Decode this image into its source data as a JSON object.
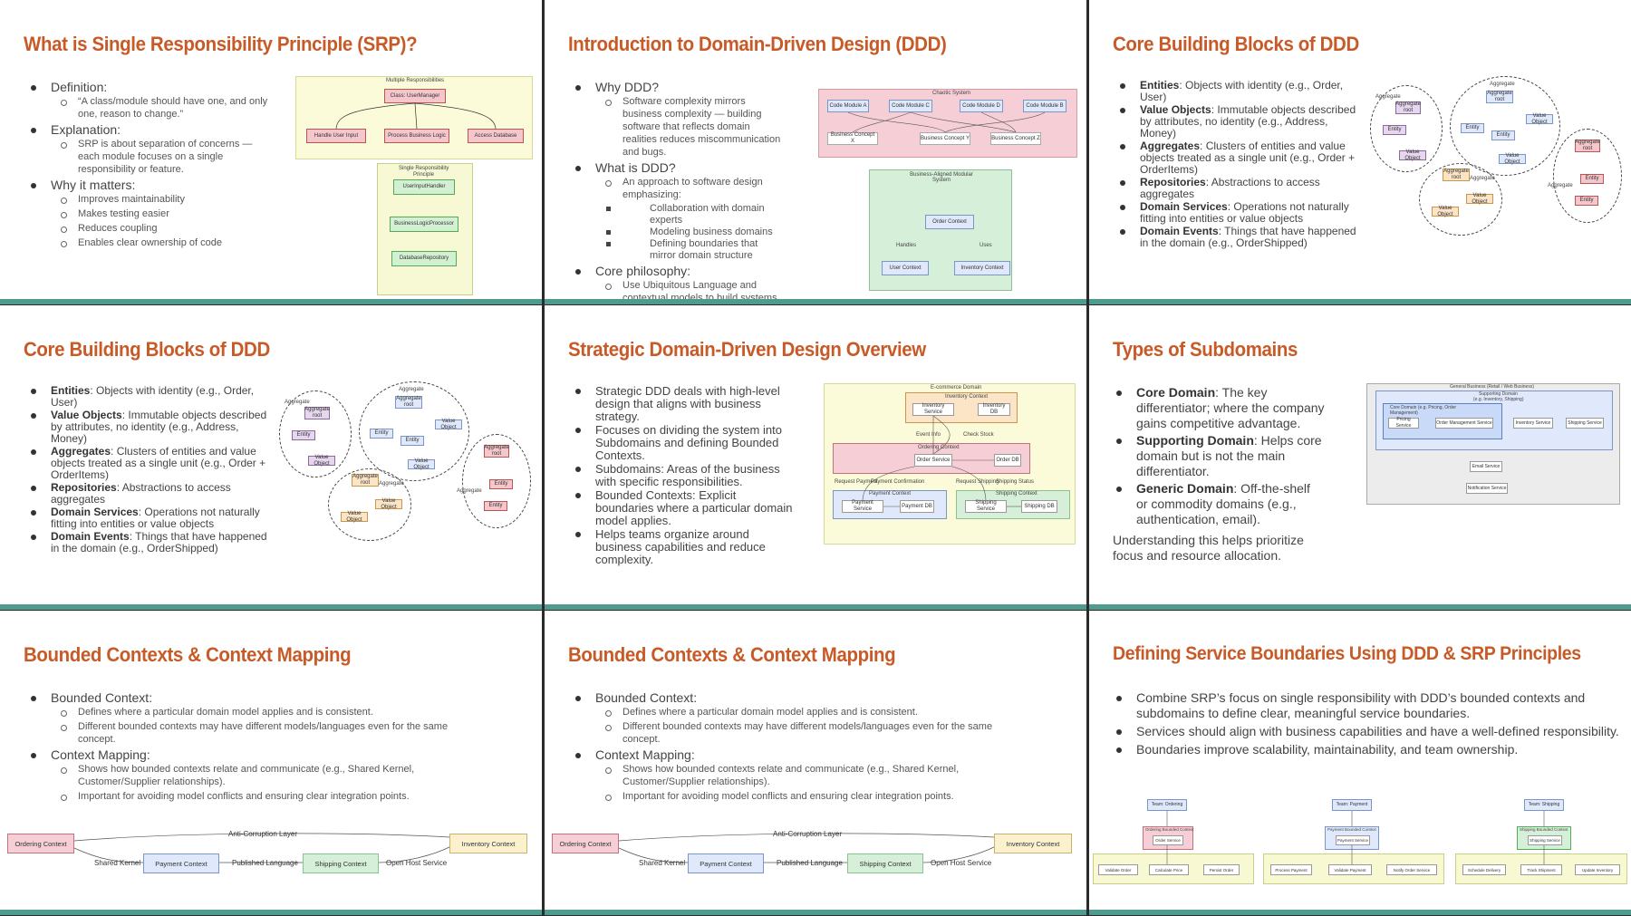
{
  "slides": [
    {
      "title": "What is Single Responsibility Principle (SRP)?",
      "bullets": [
        {
          "label": "Definition:",
          "sub": [
            "“A class/module should have one, and only one, reason to change.”"
          ]
        },
        {
          "label": "Explanation:",
          "sub": [
            "SRP is about separation of concerns — each module focuses on a single responsibility or feature."
          ]
        },
        {
          "label": "Why it matters:",
          "sub": [
            "Improves maintainability",
            "Makes testing easier",
            "Reduces coupling",
            "Enables clear ownership of code"
          ]
        }
      ],
      "diagram": {
        "top_title": "Multiple Responsibilities",
        "top_class": "Class: UserManager",
        "top_children": [
          "Handle User Input",
          "Process Business Logic",
          "Access Database"
        ],
        "bottom_title": "Single Responsibility",
        "bottom_subtitle": "Principle",
        "bottom_items": [
          "UserInputHandler",
          "BusinessLogicProcessor",
          "DatabaseRepository"
        ]
      }
    },
    {
      "title": "Introduction to Domain-Driven Design (DDD)",
      "bullets": [
        {
          "label": "Why DDD?",
          "sub": [
            "Software complexity mirrors business complexity — building software that reflects domain realities reduces miscommunication and bugs."
          ]
        },
        {
          "label": "What is DDD?",
          "sub": [
            "An approach to software design emphasizing:"
          ],
          "sub3": [
            "Collaboration with domain experts",
            "Modeling business domains",
            "Defining boundaries that mirror domain structure"
          ]
        },
        {
          "label": "Core philosophy:",
          "sub": [
            "Use Ubiquitous Language and contextual models to build systems that reflect real-world business domains."
          ]
        }
      ],
      "diagram": {
        "chaotic_title": "Chaotic System",
        "code_modules": [
          "Code Module A",
          "Code Module C",
          "Code Module D",
          "Code Module B"
        ],
        "concepts": [
          "Business Concept X",
          "Business Concept Y",
          "Business Concept Z"
        ],
        "aligned_title": "Business-Aligned Modular System",
        "order_context": "Order Context",
        "handles": "Handles",
        "uses": "Uses",
        "user_context": "User Context",
        "inventory_context": "Inventory Context"
      }
    },
    {
      "title": "Core Building Blocks of DDD",
      "bullets": [
        {
          "term": "Entities",
          "text": ": Objects with identity (e.g., Order, User)"
        },
        {
          "term": "Value Objects",
          "text": ": Immutable objects described by attributes, no identity (e.g., Address, Money)"
        },
        {
          "term": "Aggregates",
          "text": ": Clusters of entities and value objects treated as a single unit (e.g., Order + OrderItems)"
        },
        {
          "term": "Repositories",
          "text": ": Abstractions to access aggregates"
        },
        {
          "term": "Domain Services",
          "text": ": Operations not naturally fitting into entities or value objects"
        },
        {
          "term": "Domain Events",
          "text": ": Things that have happened in the domain (e.g., OrderShipped)"
        }
      ]
    },
    {
      "title": "Core Building Blocks of DDD"
    },
    {
      "title": "Strategic Domain-Driven Design Overview",
      "bullets": [
        "Strategic DDD deals with high-level design that aligns with business strategy.",
        "Focuses on dividing the system into Subdomains and defining Bounded Contexts.",
        "Subdomains: Areas of the business with specific responsibilities.",
        "Bounded Contexts: Explicit boundaries where a particular domain model applies.",
        "Helps teams organize around business capabilities and reduce complexity."
      ],
      "diagram": {
        "domain": "E-commerce Domain",
        "inventory_ctx": "Inventory Context",
        "inventory_service": "Inventory Service",
        "inventory_db": "Inventory DB",
        "event_info": "Event Info",
        "check_stock": "Check Stock",
        "ordering_ctx": "Ordering Context",
        "order_service": "Order Service",
        "order_db": "Order DB",
        "request_payment": "Request Payment",
        "payment_confirmation": "Payment Confirmation",
        "request_shipping": "Request Shipping",
        "shipping_status": "Shipping Status",
        "payment_ctx": "Payment Context",
        "payment_service": "Payment Service",
        "payment_db": "Payment DB",
        "shipping_ctx": "Shipping Context",
        "shipping_service": "Shipping Service",
        "shipping_db": "Shipping DB"
      }
    },
    {
      "title": "Types of Subdomains",
      "bullets": [
        {
          "term": "Core Domain",
          "text": ": The key differentiator; where the company gains competitive advantage."
        },
        {
          "term": "Supporting Domain",
          "text": ": Helps core domain but is not the main differentiator."
        },
        {
          "term": "Generic Domain",
          "text": ": Off-the-shelf or commodity domains (e.g., authentication, email)."
        }
      ],
      "footer": "Understanding this helps prioritize focus and resource allocation.",
      "diagram": {
        "outer": "General Business (Retail / Web Business)",
        "supporting": "Supporting Domain",
        "supporting_sub": "(e.g. Inventory, Shipping)",
        "core": "Core Domain (e.g. Pricing, Order Management)",
        "core_items": [
          "Pricing Service",
          "Order Management Service"
        ],
        "supporting_items": [
          "Inventory Service",
          "Shipping Service"
        ],
        "generic_items": [
          "Email Service",
          "Notification Service"
        ]
      }
    },
    {
      "title": "Bounded Contexts & Context Mapping",
      "bullets": [
        {
          "label": "Bounded Context:",
          "sub": [
            "Defines where a particular domain model applies and is consistent.",
            "Different bounded contexts may have different models/languages even for the same concept."
          ]
        },
        {
          "label": "Context Mapping:",
          "sub": [
            "Shows how bounded contexts relate and communicate (e.g., Shared Kernel, Customer/Supplier relationships).",
            "Important for avoiding model conflicts and ensuring clear integration points."
          ]
        }
      ],
      "diagram": {
        "ordering": "Ordering Context",
        "payment": "Payment Context",
        "shipping": "Shipping Context",
        "inventory": "Inventory Context",
        "acl": "Anti-Corruption Layer",
        "shared_kernel": "Shared Kernel",
        "published_language": "Published Language",
        "open_host": "Open Host Service"
      }
    },
    {
      "title": "Bounded Contexts & Context Mapping"
    },
    {
      "title": "Defining Service Boundaries Using DDD & SRP Principles",
      "bullets": [
        "Combine SRP’s focus on single responsibility with DDD’s bounded contexts and subdomains to define clear, meaningful service boundaries.",
        "Services should align with business capabilities and have a well-defined responsibility.",
        "Boundaries improve scalability, maintainability, and team ownership."
      ],
      "diagram": {
        "teams": [
          "Team: Ordering",
          "Team: Payment",
          "Team: Shipping"
        ],
        "contexts": [
          "Ordering Bounded Context",
          "Payment Bounded Context",
          "Shipping Bounded Context"
        ],
        "services": [
          "Order Service",
          "Payment Service",
          "Shipping Service"
        ],
        "ops": [
          [
            "Validate Order",
            "Calculate Price",
            "Persist Order"
          ],
          [
            "Process Payment",
            "Validate Payment",
            "Notify Order Service"
          ],
          [
            "Schedule Delivery",
            "Track Shipment",
            "Update Inventory"
          ]
        ]
      }
    }
  ],
  "ddd_blocks": {
    "aggregate": "Aggregate",
    "aggregate_root": "Aggregate root",
    "entity": "Entity",
    "value_object": "Value Object"
  },
  "colors": {
    "title": "#c85a27",
    "footer_bar": "#4f9c8f"
  }
}
